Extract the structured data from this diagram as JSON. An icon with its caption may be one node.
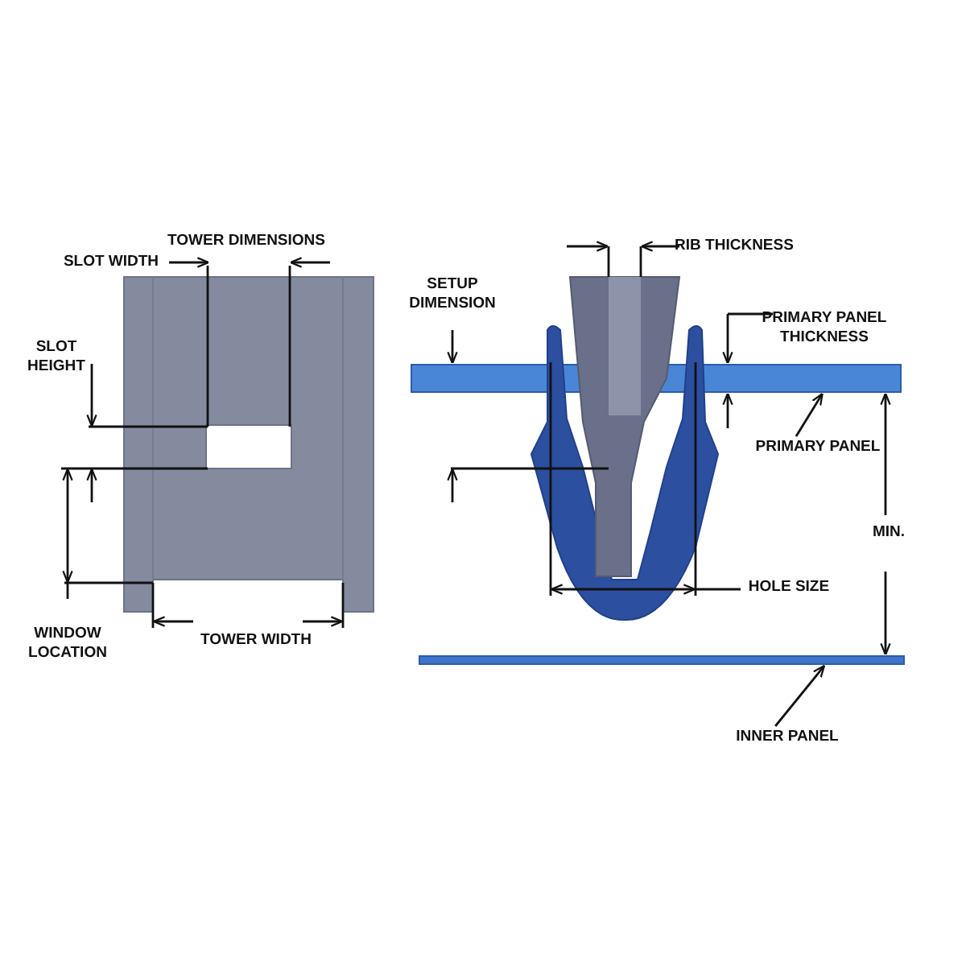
{
  "diagram": {
    "nodes": [
      {
        "text": [
          "PRIMARY PANEL"
        ]
      },
      {
        "text": [],
        "shape": "bar"
      },
      {
        "text": [
          "INNER PANEL"
        ]
      },
      {
        "text": [],
        "shape": "bar"
      }
    ],
    "edges": [
      {
        "from": 0,
        "to": 1,
        "arrow": "to"
      },
      {
        "from": 2,
        "to": 3,
        "arrow": "to"
      }
    ],
    "labels": [
      "TOWER DIMENSIONS",
      "RIB THICKNESS",
      "SLOT WIDTH",
      "SETUP DIMENSION",
      "PRIMARY PANEL THICKNESS",
      "SLOT HEIGHT",
      "MIN.",
      "HOLE SIZE",
      "WINDOW LOCATION",
      "TOWER WIDTH"
    ]
  }
}
